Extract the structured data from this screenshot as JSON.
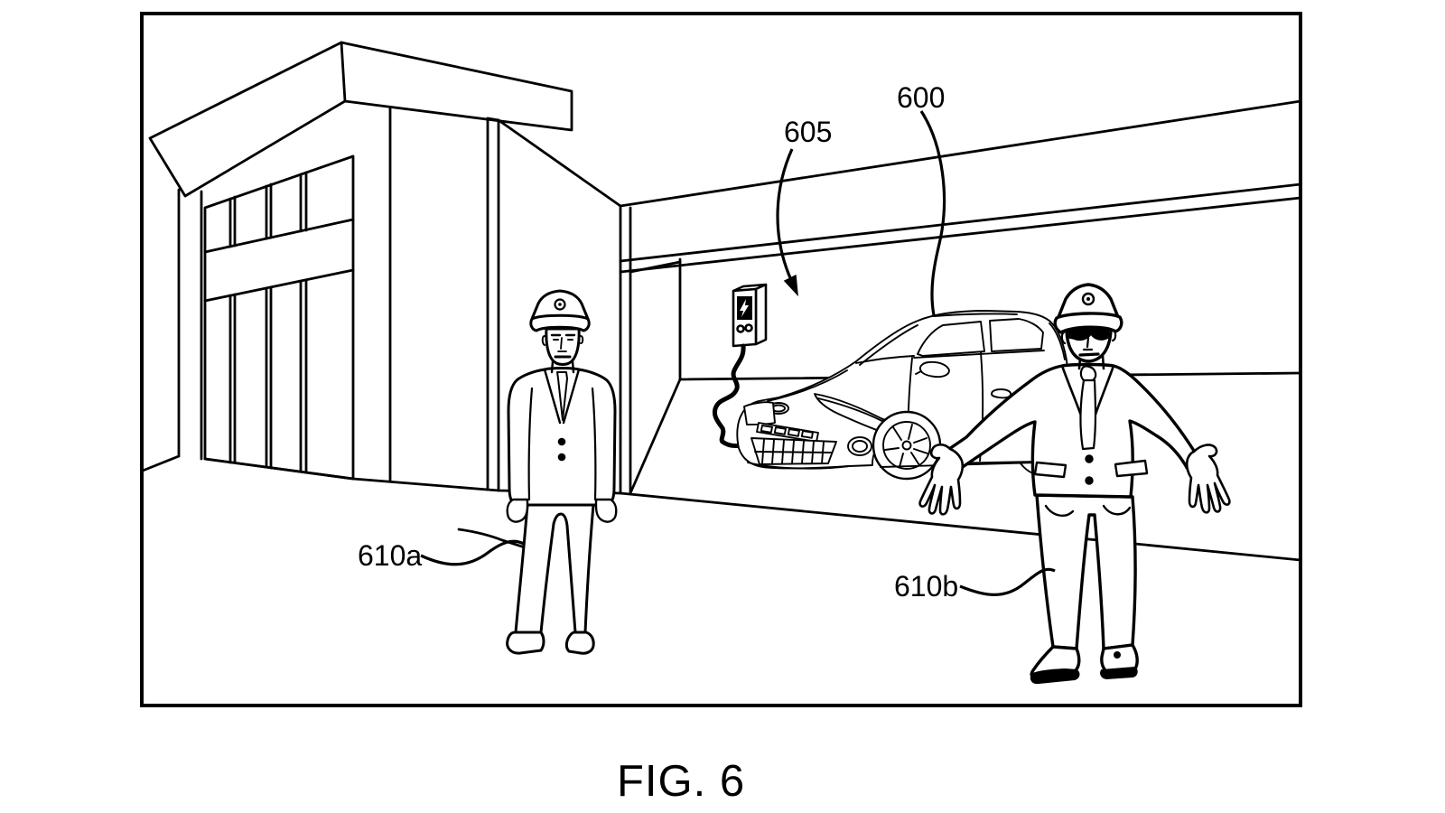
{
  "figure": {
    "caption": "FIG. 6",
    "labels": {
      "l600": "600",
      "l605": "605",
      "l610a": "610a",
      "l610b": "610b"
    },
    "colors": {
      "ink": "#000000",
      "paper": "#ffffff"
    },
    "elements": [
      "drawing-border",
      "building-with-glass-entrance",
      "overhanging-roof-slab",
      "garage-bay-opening",
      "wall-mounted-charging-station",
      "charging-cable",
      "electric-hatchback-car",
      "uniformed-valet-arms-down",
      "uniformed-valet-arms-spread"
    ]
  }
}
